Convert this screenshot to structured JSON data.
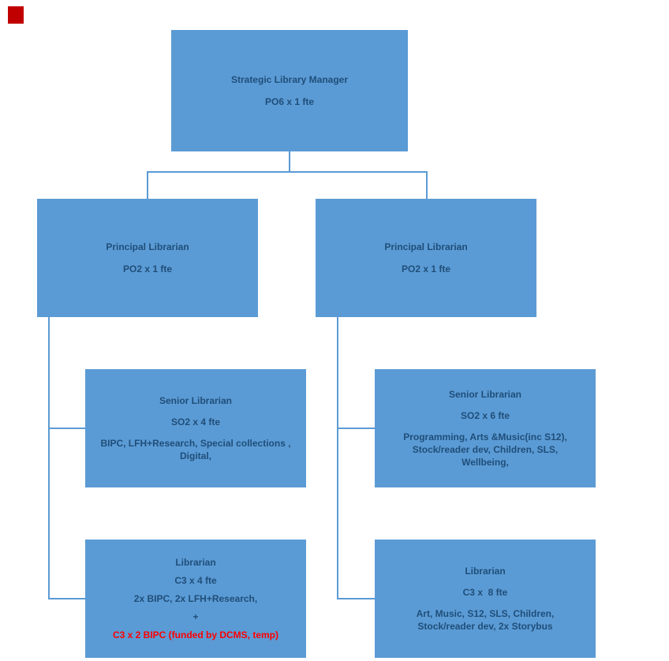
{
  "colors": {
    "box_fill": "#5b9bd5",
    "box_text": "#1f4e79",
    "connector": "#5b9bd5",
    "red_text": "#ff0000",
    "marker": "#c00000",
    "background": "#ffffff"
  },
  "org": {
    "root": {
      "title": "Strategic Library Manager",
      "subtitle": "PO6 x 1 fte"
    },
    "principal_left": {
      "title": "Principal Librarian",
      "subtitle": "PO2 x 1 fte"
    },
    "principal_right": {
      "title": "Principal Librarian",
      "subtitle": "PO2 x 1 fte"
    },
    "senior_left": {
      "title": "Senior Librarian",
      "subtitle": "SO2 x 4 fte",
      "detail": "BIPC, LFH+Research, Special collections ,\nDigital,"
    },
    "senior_right": {
      "title": "Senior Librarian",
      "subtitle": "SO2 x 6 fte",
      "detail": "Programming, Arts &Music(inc S12),\nStock/reader dev, Children, SLS,\nWellbeing,"
    },
    "librarian_left": {
      "title": "Librarian",
      "subtitle": "C3 x 4 fte",
      "detail": "2x BIPC, 2x LFH+Research,",
      "plus": "+",
      "note": "C3 x 2 BIPC (funded by DCMS, temp)"
    },
    "librarian_right": {
      "title": "Librarian",
      "subtitle": "C3 x  8 fte",
      "detail": "Art, Music, S12, SLS, Children,\nStock/reader dev, 2x Storybus"
    }
  }
}
